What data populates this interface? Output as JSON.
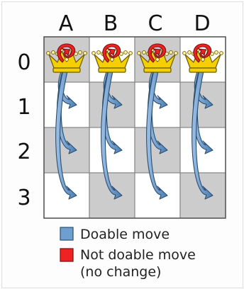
{
  "columns": [
    "A",
    "B",
    "C",
    "D"
  ],
  "rows": [
    "0",
    "1",
    "2",
    "3"
  ],
  "queen_row": 0,
  "colors": {
    "grid_dark": "#cccccc",
    "grid_light": "#ffffff",
    "grid_border": "#8a8a8a",
    "arrow_fill": "#6f9fce",
    "arrow_stroke": "#2d4d6e",
    "crown_gold": "#f5d000",
    "crown_outline": "#6b5a00",
    "not_doable": "#ee2222"
  },
  "icons": {
    "queen": "crown-icon",
    "move": "curved-arrow-icon",
    "no_change": "red-loop-icon"
  },
  "legend": {
    "doable": {
      "label": "Doable move",
      "color": "#6f9fce"
    },
    "not_doable": {
      "label": "Not doable move",
      "sublabel": "(no change)",
      "color": "#ee2222"
    }
  }
}
